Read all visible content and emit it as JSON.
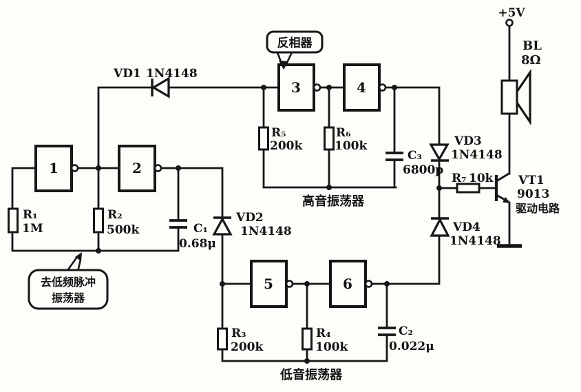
{
  "power": {
    "label": "+5V"
  },
  "speaker": {
    "designator": "BL",
    "value": "8Ω"
  },
  "transistor": {
    "designator": "VT1",
    "part": "9013",
    "caption": "驱动电路"
  },
  "gates": {
    "g1": "1",
    "g2": "2",
    "g3": "3",
    "g4": "4",
    "g5": "5",
    "g6": "6"
  },
  "diodes": {
    "vd1": {
      "designator": "VD1",
      "part": "1N4148"
    },
    "vd2": {
      "designator": "VD2",
      "part": "1N4148"
    },
    "vd3": {
      "designator": "VD3",
      "part": "1N4148"
    },
    "vd4": {
      "designator": "VD4",
      "part": "1N4148"
    }
  },
  "resistors": {
    "r1": {
      "designator": "R₁",
      "value": "1M"
    },
    "r2": {
      "designator": "R₂",
      "value": "500k"
    },
    "r3": {
      "designator": "R₃",
      "value": "200k"
    },
    "r4": {
      "designator": "R₄",
      "value": "100k"
    },
    "r5": {
      "designator": "R₅",
      "value": "200k"
    },
    "r6": {
      "designator": "R₆",
      "value": "100k"
    },
    "r7": {
      "designator": "R₇",
      "value": "10k"
    }
  },
  "capacitors": {
    "c1": {
      "designator": "C₁",
      "value": "0.68μ"
    },
    "c2": {
      "designator": "C₂",
      "value": "0.022μ"
    },
    "c3": {
      "designator": "C₃",
      "value": "6800p"
    }
  },
  "callouts": {
    "inverter": "反相器",
    "low_freq_pulse_line1": "去低频脉冲",
    "low_freq_pulse_line2": "振荡器"
  },
  "sections": {
    "high_tone": "高音振荡器",
    "low_tone": "低音振荡器"
  }
}
